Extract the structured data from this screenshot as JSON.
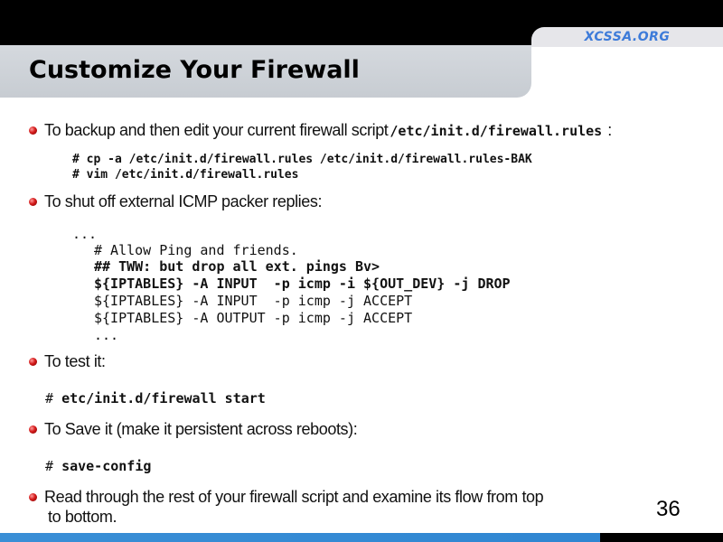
{
  "header": {
    "brand": "XCSSA.ORG",
    "title": "Customize Your Firewall"
  },
  "bullets": [
    {
      "text": "To backup and then edit your current firewall script",
      "code": "/etc/init.d/firewall.rules",
      "suffix": ":"
    },
    {
      "text": "To shut off external ICMP packer replies:"
    },
    {
      "text": "To test it:"
    },
    {
      "text": "To Save it (make it persistent across reboots):"
    },
    {
      "text": "Read through the rest of your firewall script and examine its flow from top",
      "text2": "to bottom."
    }
  ],
  "backup_commands": [
    "# cp -a /etc/init.d/firewall.rules /etc/init.d/firewall.rules-BAK",
    "# vim /etc/init.d/firewall.rules"
  ],
  "icmp_code": [
    "...",
    "# Allow Ping and friends.",
    "## TWW: but drop all ext. pings Bv>",
    "${IPTABLES} -A INPUT  -p icmp -i ${OUT_DEV} -j DROP",
    "${IPTABLES} -A INPUT  -p icmp -j ACCEPT",
    "${IPTABLES} -A OUTPUT -p icmp -j ACCEPT",
    "..."
  ],
  "test_command": {
    "prompt": "# ",
    "arg": "etc/init.d/firewall start"
  },
  "save_command": {
    "prompt": "# ",
    "arg": "save-config"
  },
  "page_number": "36"
}
